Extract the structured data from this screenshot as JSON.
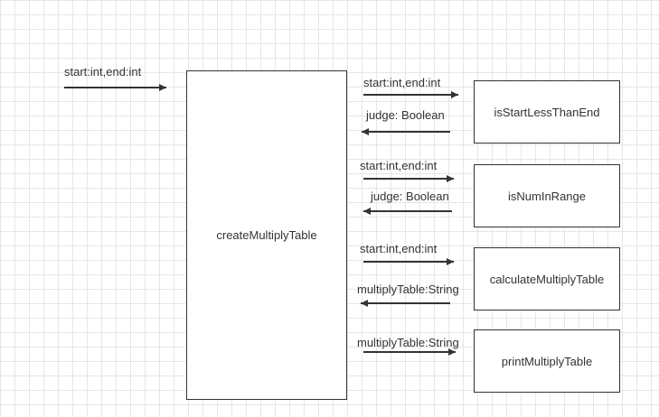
{
  "diagram": {
    "input_label": "start:int,end:int",
    "main_box": "createMultiplyTable",
    "rows": [
      {
        "box": "isStartLessThanEnd",
        "out_label": "start:int,end:int",
        "in_label": "judge: Boolean"
      },
      {
        "box": "isNumInRange",
        "out_label": "start:int,end:int",
        "in_label": "judge: Boolean"
      },
      {
        "box": "calculateMultiplyTable",
        "out_label": "start:int,end:int",
        "in_label": "multiplyTable:String"
      },
      {
        "box": "printMultiplyTable",
        "out_label": "multiplyTable:String",
        "in_label": ""
      }
    ],
    "colors": {
      "stroke": "#333333",
      "text": "#333333",
      "grid": "#e6e6e6",
      "background": "#ffffff"
    }
  }
}
